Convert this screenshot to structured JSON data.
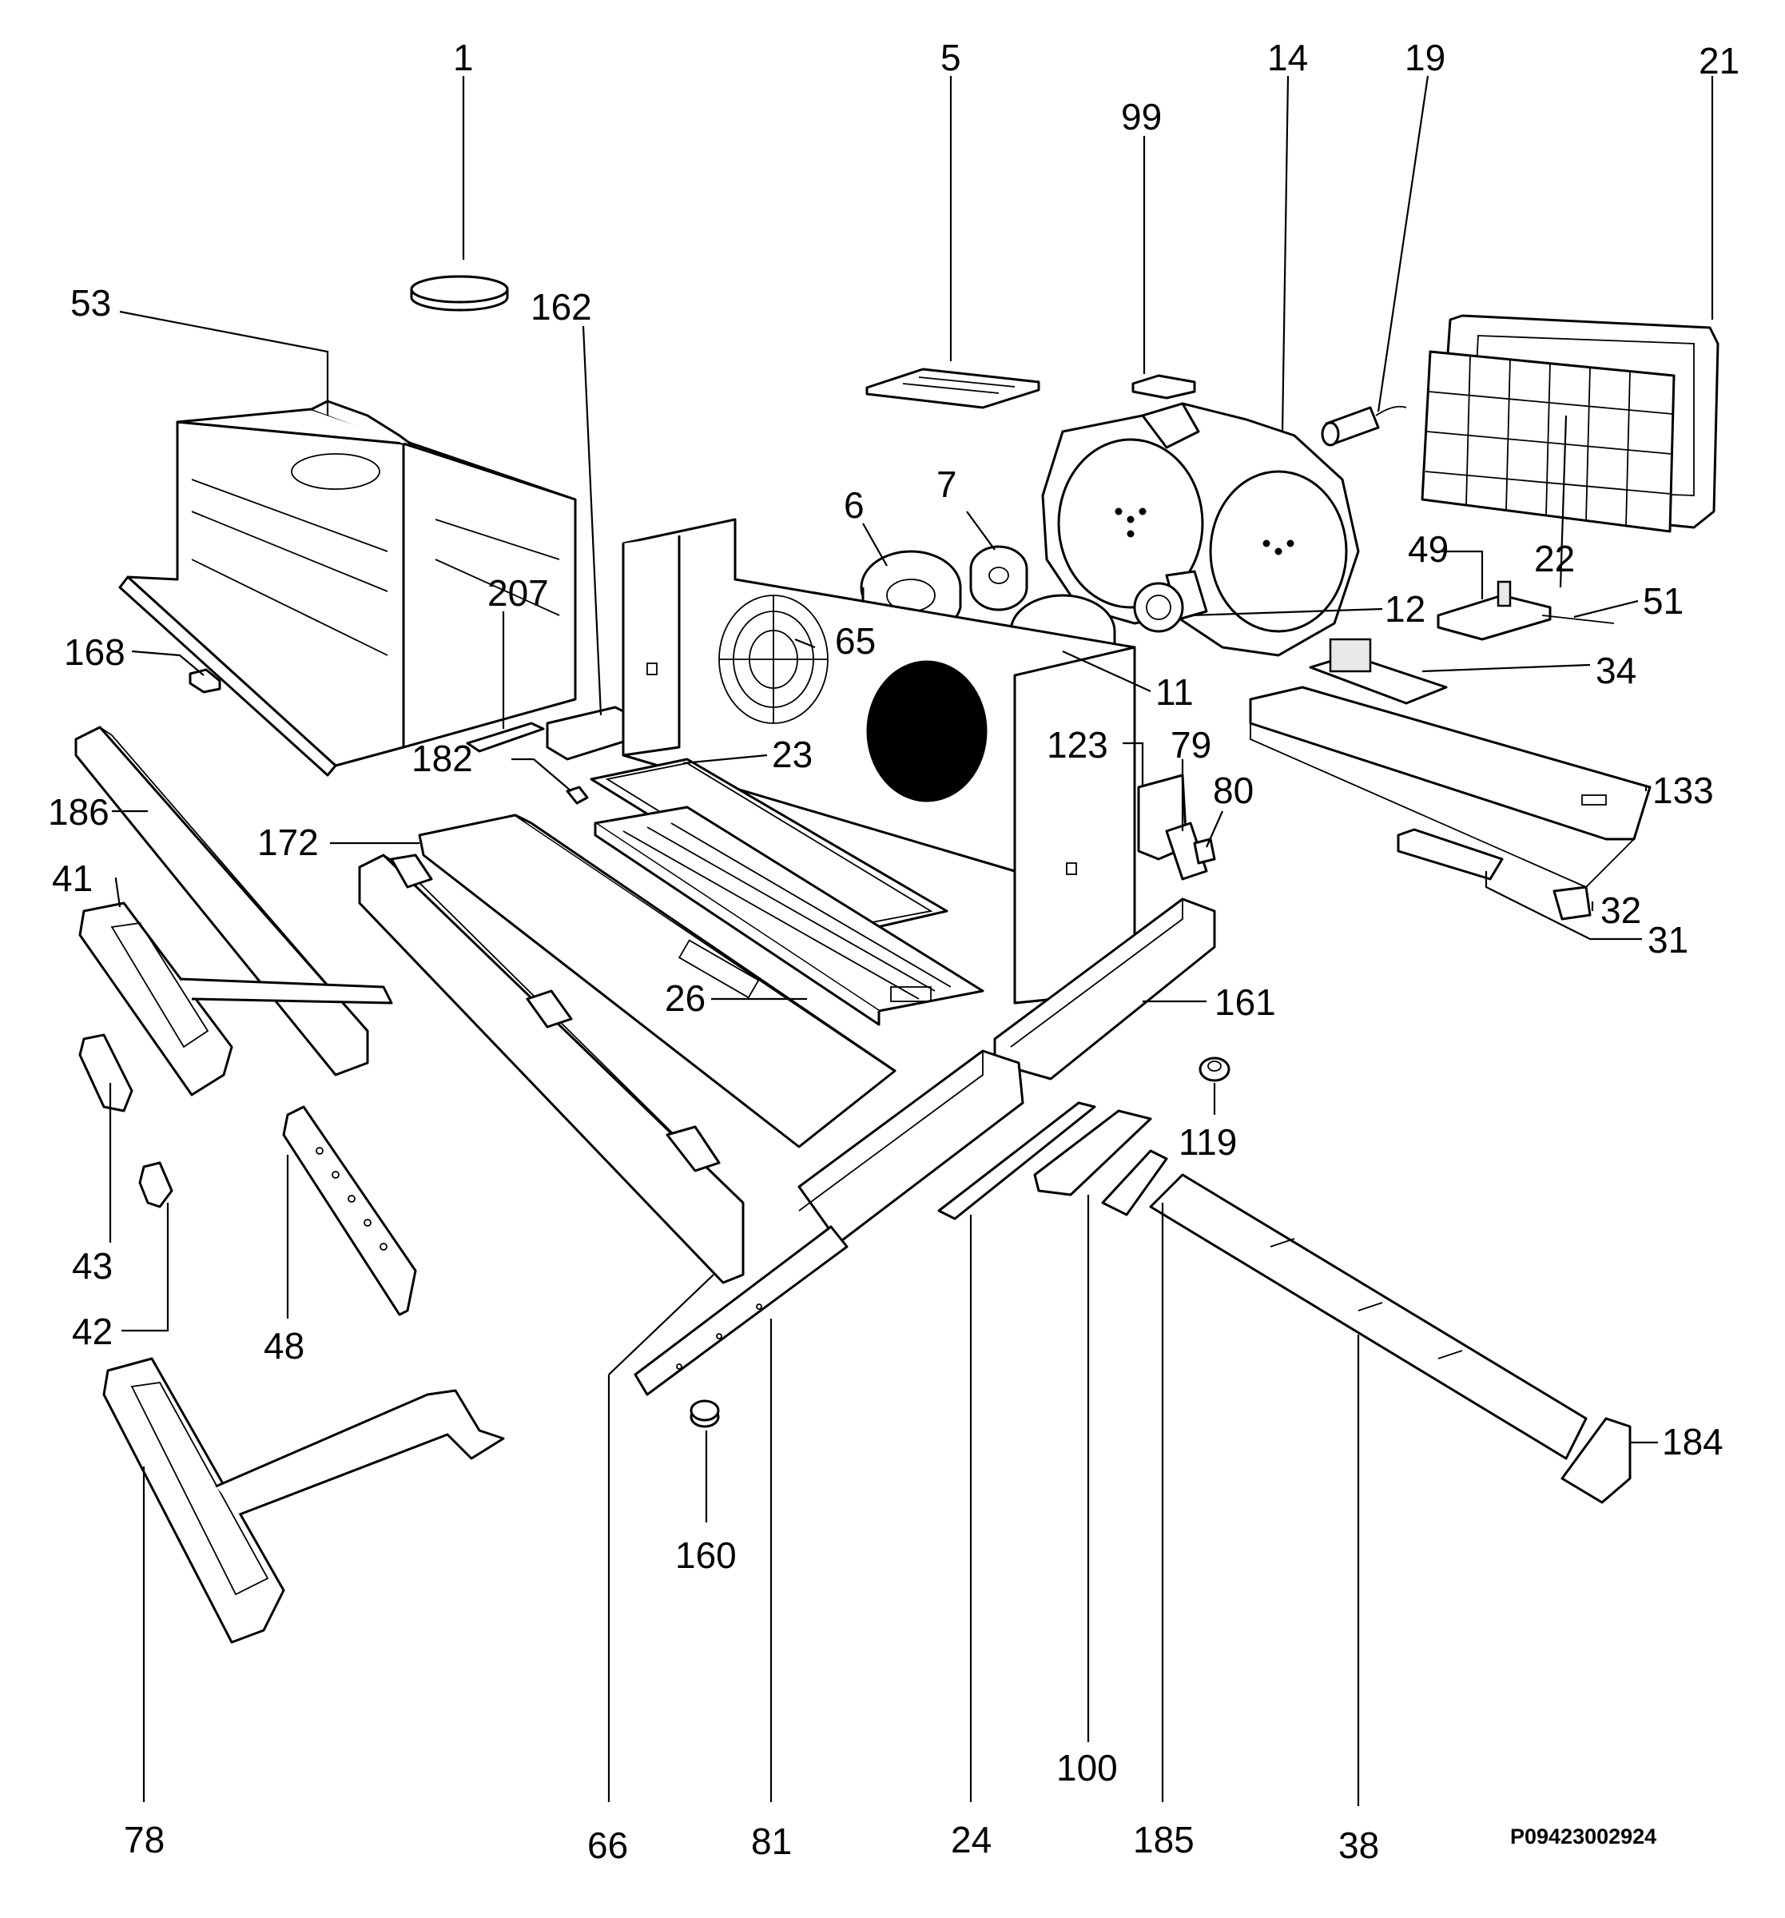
{
  "diagram": {
    "code": "P09423002924",
    "labels": {
      "1": "1",
      "5": "5",
      "14": "14",
      "19": "19",
      "21": "21",
      "99": "99",
      "53": "53",
      "162": "162",
      "207": "207",
      "168": "168",
      "6": "6",
      "7": "7",
      "65": "65",
      "12": "12",
      "11": "11",
      "22": "22",
      "49": "49",
      "51": "51",
      "34": "34",
      "23": "23",
      "182": "182",
      "186": "186",
      "172": "172",
      "41": "41",
      "123": "123",
      "79": "79",
      "80": "80",
      "133": "133",
      "32": "32",
      "31": "31",
      "26": "26",
      "161": "161",
      "119": "119",
      "43": "43",
      "42": "42",
      "48": "48",
      "184": "184",
      "160": "160",
      "100": "100",
      "78": "78",
      "66": "66",
      "81": "81",
      "24": "24",
      "185": "185",
      "38": "38"
    }
  }
}
